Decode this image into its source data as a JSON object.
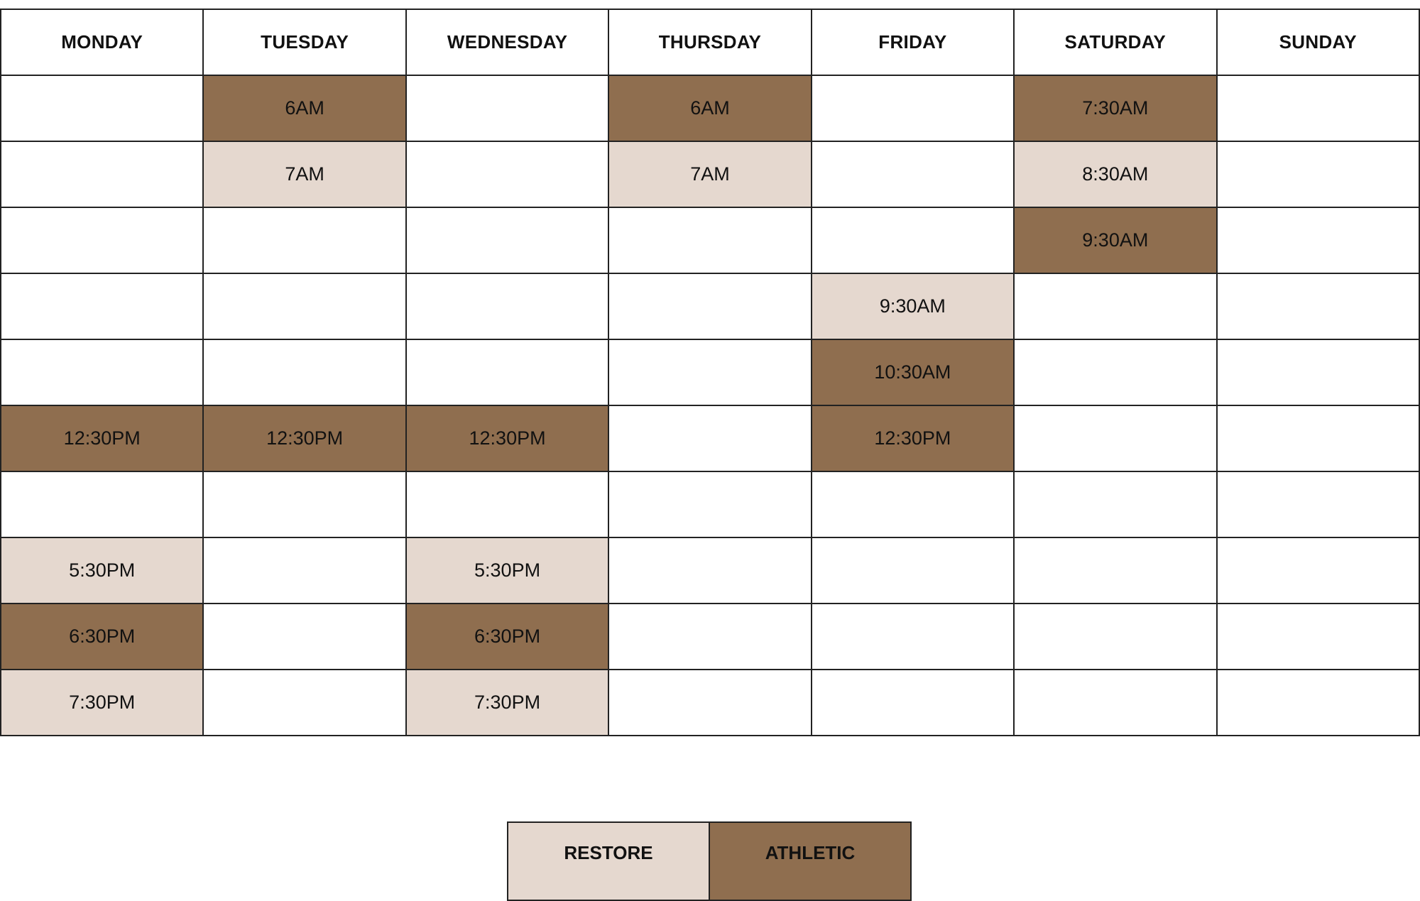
{
  "colors": {
    "athletic": "#8f6e4f",
    "restore": "#e5d8cf"
  },
  "days": [
    "MONDAY",
    "TUESDAY",
    "WEDNESDAY",
    "THURSDAY",
    "FRIDAY",
    "SATURDAY",
    "SUNDAY"
  ],
  "rows": [
    [
      {
        "t": ""
      },
      {
        "t": "6AM",
        "c": "athletic"
      },
      {
        "t": ""
      },
      {
        "t": "6AM",
        "c": "athletic"
      },
      {
        "t": ""
      },
      {
        "t": "7:30AM",
        "c": "athletic"
      },
      {
        "t": ""
      }
    ],
    [
      {
        "t": ""
      },
      {
        "t": "7AM",
        "c": "restore"
      },
      {
        "t": ""
      },
      {
        "t": "7AM",
        "c": "restore"
      },
      {
        "t": ""
      },
      {
        "t": "8:30AM",
        "c": "restore"
      },
      {
        "t": ""
      }
    ],
    [
      {
        "t": ""
      },
      {
        "t": ""
      },
      {
        "t": ""
      },
      {
        "t": ""
      },
      {
        "t": ""
      },
      {
        "t": "9:30AM",
        "c": "athletic"
      },
      {
        "t": ""
      }
    ],
    [
      {
        "t": ""
      },
      {
        "t": ""
      },
      {
        "t": ""
      },
      {
        "t": ""
      },
      {
        "t": "9:30AM",
        "c": "restore"
      },
      {
        "t": ""
      },
      {
        "t": ""
      }
    ],
    [
      {
        "t": ""
      },
      {
        "t": ""
      },
      {
        "t": ""
      },
      {
        "t": ""
      },
      {
        "t": "10:30AM",
        "c": "athletic"
      },
      {
        "t": ""
      },
      {
        "t": ""
      }
    ],
    [
      {
        "t": "12:30PM",
        "c": "athletic"
      },
      {
        "t": "12:30PM",
        "c": "athletic"
      },
      {
        "t": "12:30PM",
        "c": "athletic"
      },
      {
        "t": ""
      },
      {
        "t": "12:30PM",
        "c": "athletic"
      },
      {
        "t": ""
      },
      {
        "t": ""
      }
    ],
    [
      {
        "t": ""
      },
      {
        "t": ""
      },
      {
        "t": ""
      },
      {
        "t": ""
      },
      {
        "t": ""
      },
      {
        "t": ""
      },
      {
        "t": ""
      }
    ],
    [
      {
        "t": "5:30PM",
        "c": "restore"
      },
      {
        "t": ""
      },
      {
        "t": "5:30PM",
        "c": "restore"
      },
      {
        "t": ""
      },
      {
        "t": ""
      },
      {
        "t": ""
      },
      {
        "t": ""
      }
    ],
    [
      {
        "t": "6:30PM",
        "c": "athletic"
      },
      {
        "t": ""
      },
      {
        "t": "6:30PM",
        "c": "athletic"
      },
      {
        "t": ""
      },
      {
        "t": ""
      },
      {
        "t": ""
      },
      {
        "t": ""
      }
    ],
    [
      {
        "t": "7:30PM",
        "c": "restore"
      },
      {
        "t": ""
      },
      {
        "t": "7:30PM",
        "c": "restore"
      },
      {
        "t": ""
      },
      {
        "t": ""
      },
      {
        "t": ""
      },
      {
        "t": ""
      }
    ]
  ],
  "legend": {
    "restore": "RESTORE",
    "athletic": "ATHLETIC"
  }
}
